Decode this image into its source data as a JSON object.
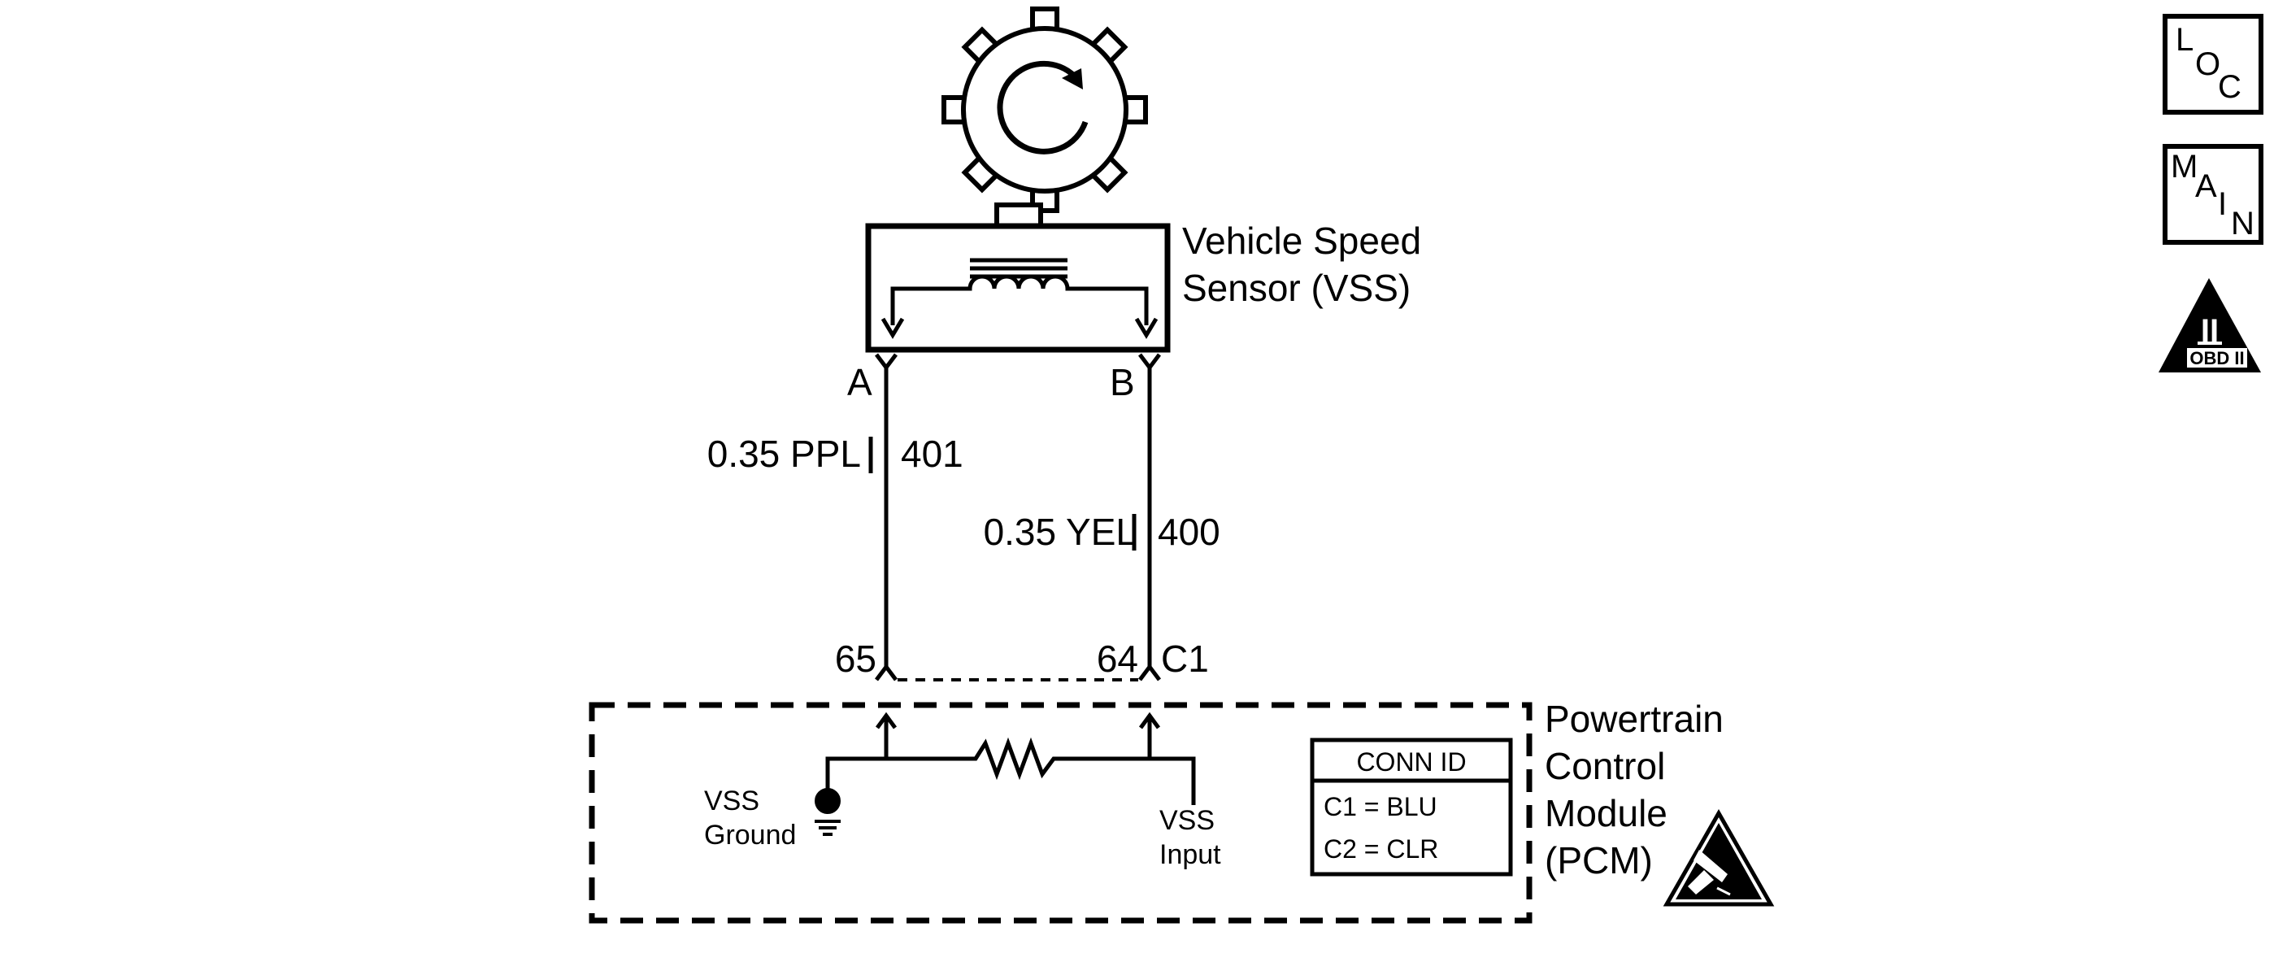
{
  "sensor": {
    "label_line1": "Vehicle Speed",
    "label_line2": "Sensor (VSS)",
    "terminal_a": "A",
    "terminal_b": "B"
  },
  "wires": {
    "left": {
      "gauge_color": "0.35 PPL",
      "circuit": "401"
    },
    "right": {
      "gauge_color": "0.35 YEL",
      "circuit": "400"
    }
  },
  "pcm_connector": {
    "pin_left": "65",
    "pin_right": "64",
    "connector": "C1"
  },
  "pcm": {
    "label_line1": "Powertrain",
    "label_line2": "Control",
    "label_line3": "Module",
    "label_line4": "(PCM)",
    "vss_ground_line1": "VSS",
    "vss_ground_line2": "Ground",
    "vss_input_line1": "VSS",
    "vss_input_line2": "Input"
  },
  "conn_id": {
    "title": "CONN ID",
    "row1": "C1 = BLU",
    "row2": "C2 = CLR"
  },
  "nav": {
    "loc": {
      "l1": "L",
      "l2": "O",
      "l3": "C"
    },
    "main": {
      "l1": "M",
      "l2": "A",
      "l3": "I",
      "l4": "N"
    },
    "obd": {
      "numeral": "II",
      "label": "OBD II"
    }
  },
  "icons": {
    "reluctor": "reluctor-wheel-icon",
    "ground": "ground-icon",
    "esd": "esd-warning-icon"
  },
  "colors": {
    "line": "#000000",
    "background": "#ffffff"
  }
}
